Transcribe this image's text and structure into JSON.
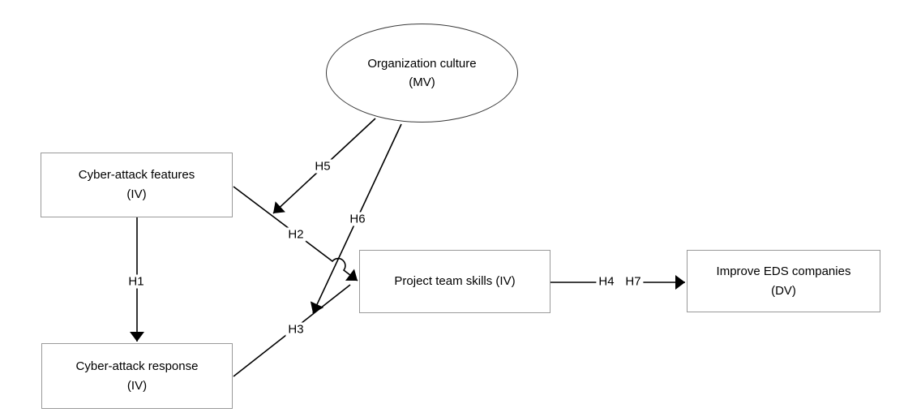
{
  "figure": {
    "type": "path-model-diagram",
    "nodes": {
      "organization_culture": {
        "line1": "Organization culture",
        "line2": "(MV)",
        "shape": "ellipse",
        "role": "moderator"
      },
      "cyber_attack_features": {
        "line1": "Cyber-attack features",
        "line2": "(IV)",
        "shape": "rectangle"
      },
      "cyber_attack_response": {
        "line1": "Cyber-attack response",
        "line2": "(IV)",
        "shape": "rectangle"
      },
      "project_team_skills": {
        "line1": "Project team skills (IV)",
        "line2": "",
        "shape": "rectangle"
      },
      "improve_eds_companies": {
        "line1": "Improve EDS companies",
        "line2": "(DV)",
        "shape": "rectangle"
      }
    },
    "edge_labels": {
      "h1": "H1",
      "h2": "H2",
      "h3": "H3",
      "h4": "H4",
      "h5": "H5",
      "h6": "H6",
      "h7": "H7"
    },
    "edges": [
      {
        "label": "H1",
        "from": "Cyber-attack features (IV)",
        "to": "Cyber-attack response (IV)",
        "style": "solid-arrow"
      },
      {
        "label": "H2",
        "from": "Cyber-attack features (IV)",
        "to": "Project team skills (IV)",
        "style": "solid-arrow",
        "note": "hops over H6 line"
      },
      {
        "label": "H3",
        "from": "Cyber-attack response (IV)",
        "to": "Project team skills (IV)",
        "style": "solid-arrow"
      },
      {
        "label": "H4 H7",
        "from": "Project team skills (IV)",
        "to": "Improve EDS companies (DV)",
        "style": "solid-arrow"
      },
      {
        "label": "H5",
        "from": "Organization culture (MV)",
        "to": "H2 path (moderation)",
        "style": "solid-arrow"
      },
      {
        "label": "H6",
        "from": "Organization culture (MV)",
        "to": "H3 path (moderation)",
        "style": "solid-arrow"
      }
    ],
    "colors": {
      "line": "#000000",
      "box_border": "#999999",
      "ellipse_border": "#3a3a3a",
      "text": "#000000",
      "background": "#ffffff"
    }
  }
}
